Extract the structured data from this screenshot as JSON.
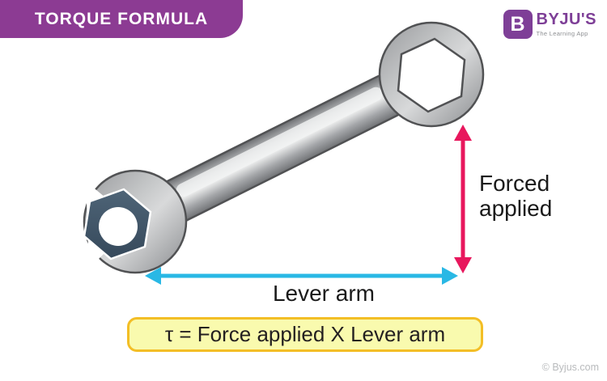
{
  "header": {
    "title": "TORQUE FORMULA"
  },
  "branding": {
    "icon_letter": "B",
    "name": "BYJU'S",
    "tagline": "The Learning App"
  },
  "labels": {
    "force_line1": "Forced",
    "force_line2": "applied",
    "lever": "Lever arm"
  },
  "formula": {
    "text": "τ = Force applied X Lever arm"
  },
  "footer": {
    "copyright": "© Byjus.com"
  },
  "colors": {
    "badge_purple": "#8C3B93",
    "brand_purple": "#7E3F97",
    "force_arrow_pink": "#E8175D",
    "lever_arrow_cyan": "#29B8E5",
    "formula_bg": "#F9FAAE",
    "formula_border": "#F3BE26",
    "text_dark": "#231F20",
    "tagline_gray": "#8D8F92",
    "copyright_gray": "#B9BBBD"
  }
}
